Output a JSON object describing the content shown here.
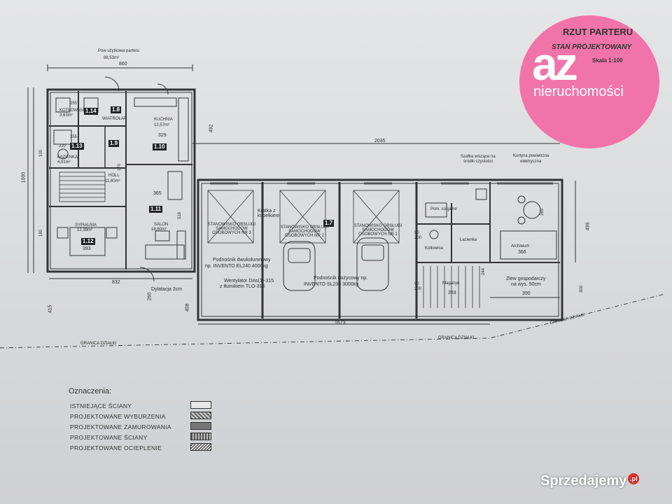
{
  "logo": {
    "brand": "az",
    "name": "nieruchomości"
  },
  "header": {
    "title": "RZUT PARTERU",
    "subtitle": "STAN PROJEKTOWANY",
    "scale": "Skala 1:100"
  },
  "area_note": {
    "line1": "Pow użytkowa parteru",
    "line2": "88,53m²"
  },
  "dims": {
    "top": "860",
    "mid": "2035",
    "bottom_left": "832",
    "bottom": "1673",
    "left_height": "1000",
    "right_height": "499",
    "d255a": "255",
    "d255b": "255",
    "d365": "365",
    "d329": "329",
    "d393": "393",
    "d353": "353",
    "d390": "390",
    "d366": "366",
    "d492": "492",
    "d415": "415",
    "d260": "260",
    "d408": "408",
    "d516": "516",
    "d269": "269",
    "d244": "244",
    "d300": "300",
    "d180": "180",
    "d100": "100",
    "d220": "220",
    "d170": "170",
    "d90a": "90",
    "d90b": "90",
    "d200a": "200",
    "d200b": "200"
  },
  "rooms": {
    "r114": {
      "num": "1.14",
      "name": "KOTŁOWNIA",
      "area": "3,63m²"
    },
    "r18": {
      "num": "1.8",
      "name": "WIATROŁAP"
    },
    "r113": {
      "num": "1.13",
      "name": "ŁAZIENKA",
      "area": "4,91m²"
    },
    "r19": {
      "num": "1.9"
    },
    "r110": {
      "num": "1.10",
      "name": "KUCHNIA",
      "area": "12,57m²"
    },
    "hall": {
      "name": "HOLL",
      "area": "11,60m²"
    },
    "r111": {
      "num": "1.11",
      "name": "SALON",
      "area": "18,60m²"
    },
    "r112": {
      "num": "1.12",
      "name": "SYPIALNIA",
      "area": "12,39m²"
    },
    "r17": {
      "num": "1.7"
    },
    "st3": "STANOWISKO OBSŁUGI SAMOCHODÓW OSOBOWYCH NR 3",
    "st2": "STANOWISKO OBSŁUGI SAMOCHODÓW OSOBOWYCH NR 2",
    "st1": "STANOWISKO OBSŁUGI SAMOCHODÓW OSOBOWYCH NR 1",
    "pom_socjalne": "Pom. socjalne",
    "kotlownia2": "Kotłownia",
    "lazienka2": "Łazienka",
    "archiwum": "Archiwum",
    "magazyn": "Magazyn"
  },
  "notes": {
    "kratka": "Kratka z kubełkiem",
    "podnosnik1a": "Podnośnik dwukolumnowy",
    "podnosnik1b": "np. INVENTO EL240 4000kg",
    "wentylator1": "Wentylator DAs(1)-315",
    "wentylator2": "z tłumikiem TLO-315",
    "podnosnik2a": "Podnośnik nożycowy np.",
    "podnosnik2b": "INVENTO SL230 3000kg",
    "dylatacja": "Dylatacja 2cm",
    "szafka1": "Szafka wiszące na",
    "szafka2": "środki czystości",
    "kurtyna1": "Kurtyna powietrzna",
    "kurtyna2": "elektryczna",
    "zlew1": "Zlew gospodarczy",
    "zlew2": "na wys. 50cm",
    "granica1": "GRANICA DZIAŁKI",
    "granica2": "GRANICA DZIAŁKI",
    "granica3": "GRANICA DZIAŁKI"
  },
  "legend": {
    "title": "Oznaczenia:",
    "items": [
      "ISTNIEJĄCE ŚCIANY",
      "PROJEKTOWANE WYBURZENIA",
      "PROJEKTOWANE ZAMUROWANIA",
      "PROJEKTOWANE ŚCIANY",
      "PROJEKTOWANE OCIEPLENIE"
    ]
  },
  "watermark": {
    "text": "Sprzedajemy",
    "suffix": ".pl"
  }
}
